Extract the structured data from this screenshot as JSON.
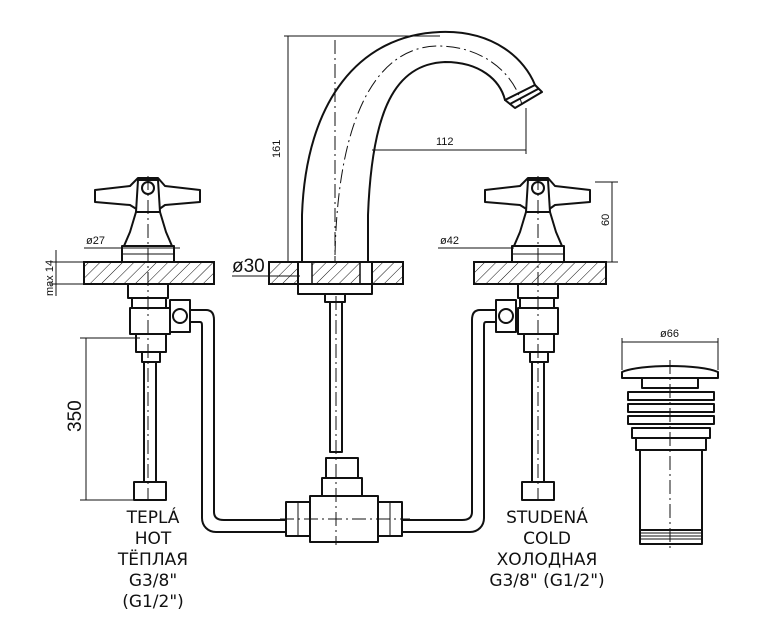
{
  "dimensions": {
    "height_161": "161",
    "reach_112": "112",
    "height_60": "60",
    "dia_27": "ø27",
    "dia_30": "ø30",
    "dia_42": "ø42",
    "dia_66": "ø66",
    "max_14": "max 14",
    "length_350": "350"
  },
  "labels": {
    "hot": [
      "TEPLÁ",
      "HOT",
      "ТЁПЛАЯ",
      "G3/8\" (G1/2\")"
    ],
    "cold": [
      "STUDENÁ",
      "COLD",
      "ХОЛОДНАЯ",
      "G3/8\" (G1/2\")"
    ]
  }
}
